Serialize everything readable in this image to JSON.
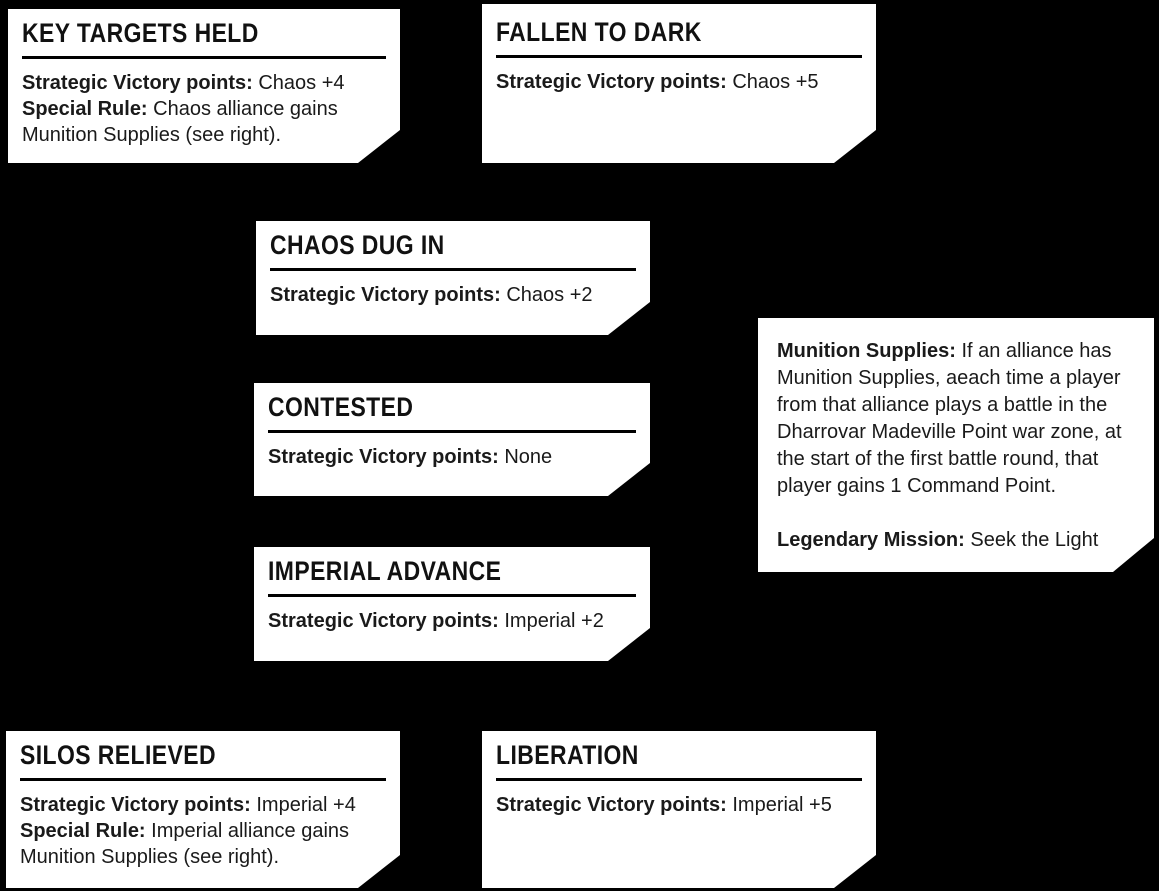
{
  "colors": {
    "background": "#000000",
    "card_background": "#ffffff",
    "text": "#1a1a1a"
  },
  "cards": [
    {
      "title": "KEY TARGETS HELD",
      "lines": [
        {
          "label": "Strategic Victory points:",
          "value": "Chaos +4"
        },
        {
          "label": "Special Rule:",
          "value": "Chaos alliance gains Munition Supplies (see right)."
        }
      ]
    },
    {
      "title": "FALLEN TO DARK",
      "lines": [
        {
          "label": "Strategic Victory points:",
          "value": "Chaos +5"
        }
      ]
    },
    {
      "title": "CHAOS DUG IN",
      "lines": [
        {
          "label": "Strategic Victory points:",
          "value": "Chaos +2"
        }
      ]
    },
    {
      "title": "CONTESTED",
      "lines": [
        {
          "label": "Strategic Victory points:",
          "value": "None"
        }
      ]
    },
    {
      "title": "IMPERIAL ADVANCE",
      "lines": [
        {
          "label": "Strategic Victory points:",
          "value": "Imperial +2"
        }
      ]
    },
    {
      "title": "SILOS RELIEVED",
      "lines": [
        {
          "label": "Strategic Victory points:",
          "value": "Imperial +4"
        },
        {
          "label": "Special Rule:",
          "value": "Imperial alliance gains Munition Supplies (see right)."
        }
      ]
    },
    {
      "title": "LIBERATION",
      "lines": [
        {
          "label": "Strategic Victory points:",
          "value": "Imperial +5"
        }
      ]
    }
  ],
  "info_box": {
    "paragraphs": [
      {
        "label": "Munition Supplies:",
        "value": "If an alliance has Munition Supplies, aeach time a player from that alliance plays a battle in the Dharrovar Madeville Point war zone, at the start of the first battle round, that player gains 1 Command Point."
      },
      {
        "label": "Legendary Mission:",
        "value": "Seek the Light"
      }
    ]
  }
}
